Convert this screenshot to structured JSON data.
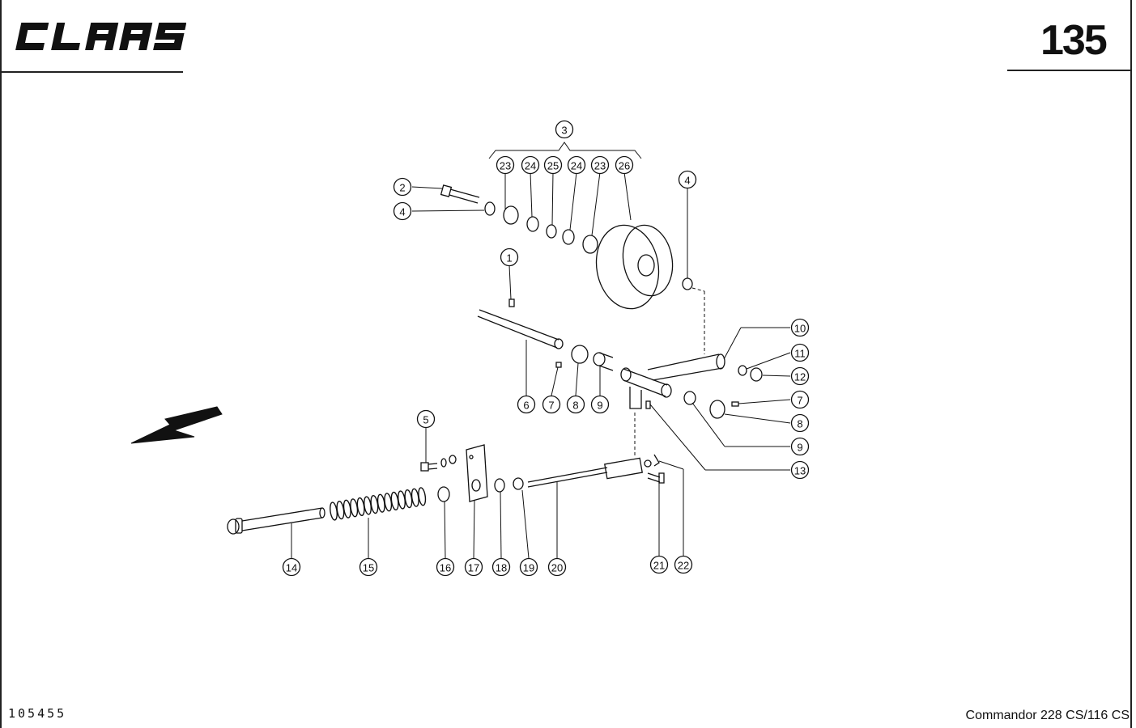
{
  "header": {
    "brand": "CLAAS",
    "page_number": "135"
  },
  "footer": {
    "document_number": "105455",
    "model": "Commandor 228 CS/116 CS"
  },
  "callouts": [
    {
      "label": "3"
    },
    {
      "label": "23"
    },
    {
      "label": "24"
    },
    {
      "label": "25"
    },
    {
      "label": "24"
    },
    {
      "label": "23"
    },
    {
      "label": "26"
    },
    {
      "label": "2"
    },
    {
      "label": "4"
    },
    {
      "label": "4"
    },
    {
      "label": "1"
    },
    {
      "label": "10"
    },
    {
      "label": "11"
    },
    {
      "label": "12"
    },
    {
      "label": "6"
    },
    {
      "label": "7"
    },
    {
      "label": "8"
    },
    {
      "label": "9"
    },
    {
      "label": "7"
    },
    {
      "label": "8"
    },
    {
      "label": "9"
    },
    {
      "label": "13"
    },
    {
      "label": "5"
    },
    {
      "label": "14"
    },
    {
      "label": "15"
    },
    {
      "label": "16"
    },
    {
      "label": "17"
    },
    {
      "label": "18"
    },
    {
      "label": "19"
    },
    {
      "label": "20"
    },
    {
      "label": "21"
    },
    {
      "label": "22"
    }
  ]
}
